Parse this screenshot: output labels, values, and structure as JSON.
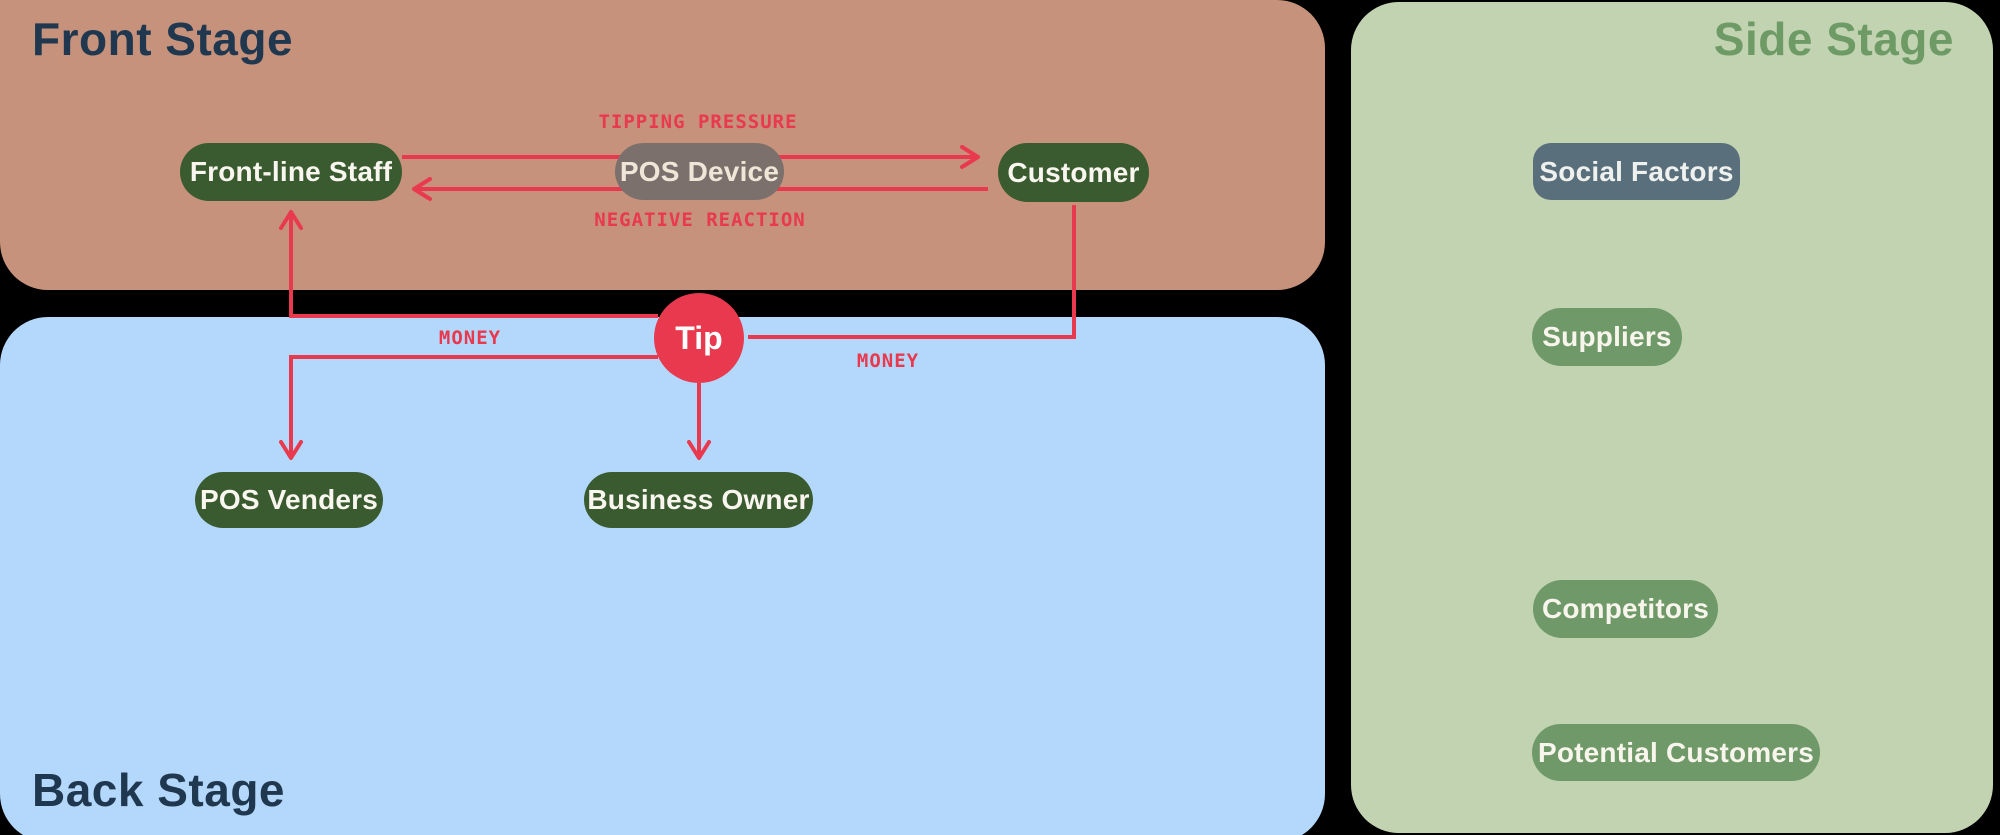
{
  "stages": {
    "front": {
      "title": "Front Stage"
    },
    "back": {
      "title": "Back Stage"
    },
    "side": {
      "title": "Side Stage"
    }
  },
  "nodes": {
    "front_line_staff": {
      "label": "Front-line Staff"
    },
    "pos_device": {
      "label": "POS Device"
    },
    "customer": {
      "label": "Customer"
    },
    "tip": {
      "label": "Tip"
    },
    "pos_venders": {
      "label": "POS Venders"
    },
    "business_owner": {
      "label": "Business Owner"
    },
    "social_factors": {
      "label": "Social Factors"
    },
    "suppliers": {
      "label": "Suppliers"
    },
    "competitors": {
      "label": "Competitors"
    },
    "potential_customers": {
      "label": "Potential Customers"
    }
  },
  "edge_labels": {
    "tipping_pressure": "TIPPING PRESSURE",
    "negative_reaction": "NEGATIVE REACTION",
    "money_left": "MONEY",
    "money_right": "MONEY"
  },
  "colors": {
    "background": "#000000",
    "front_stage_bg": "#c6927b",
    "back_stage_bg": "#b4d8fb",
    "side_stage_bg": "#c2d3b2",
    "stage_title_text": "#20384f",
    "side_stage_title_text": "#6e9a66",
    "node_dark_green": "#3a5a2f",
    "node_gray": "#7b706c",
    "node_slate": "#5a6f7c",
    "node_side_green": "#70996a",
    "node_text": "#f9f6ef",
    "pos_device_text": "#f0e6d8",
    "accent_red": "#e8394e"
  }
}
